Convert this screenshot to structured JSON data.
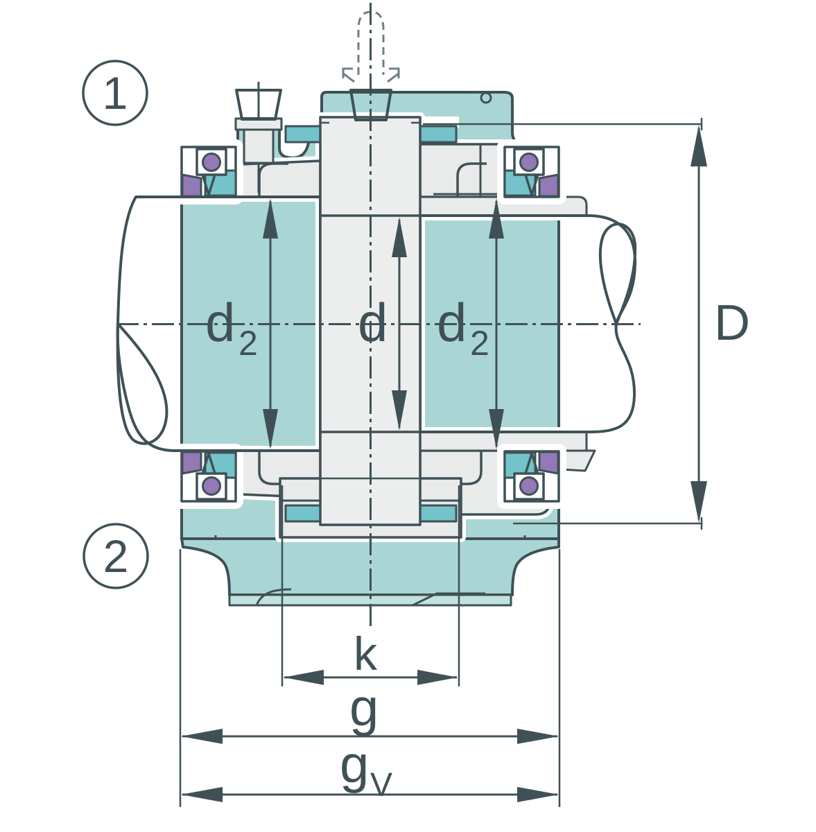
{
  "diagram": {
    "title": "bearing-housing-cross-section",
    "callouts": {
      "one": "1",
      "two": "2"
    },
    "dimensions": {
      "d2_left": {
        "base": "d",
        "sub": "2"
      },
      "d_center": {
        "base": "d"
      },
      "d2_right": {
        "base": "d",
        "sub": "2"
      },
      "outer_diameter": {
        "base": "D"
      },
      "k": {
        "base": "k"
      },
      "g": {
        "base": "g"
      },
      "g_v": {
        "base": "g",
        "sub": "V"
      }
    },
    "colors": {
      "outline": "#3F5156",
      "housing": "#A9D6D4",
      "housing_light": "#C2E2DF",
      "accent_teal": "#74C3CA",
      "seal_purple": "#9379B5",
      "part_gray": "#E9EAEA",
      "background": "#FFFFFF"
    }
  }
}
